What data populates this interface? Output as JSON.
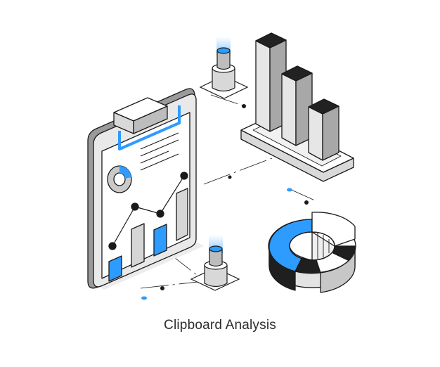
{
  "caption": "Clipboard Analysis",
  "illustration": {
    "style": "isometric line illustration",
    "colors": {
      "accent": "#2e9bff",
      "dark": "#222222",
      "gray": "#bfbfbf",
      "light_gray": "#e6e6e6",
      "outline": "#1a1a1a",
      "background": "#ffffff"
    },
    "objects": [
      "clipboard-with-report",
      "isometric-bar-chart",
      "isometric-donut-chart",
      "data-connector-pin"
    ]
  }
}
